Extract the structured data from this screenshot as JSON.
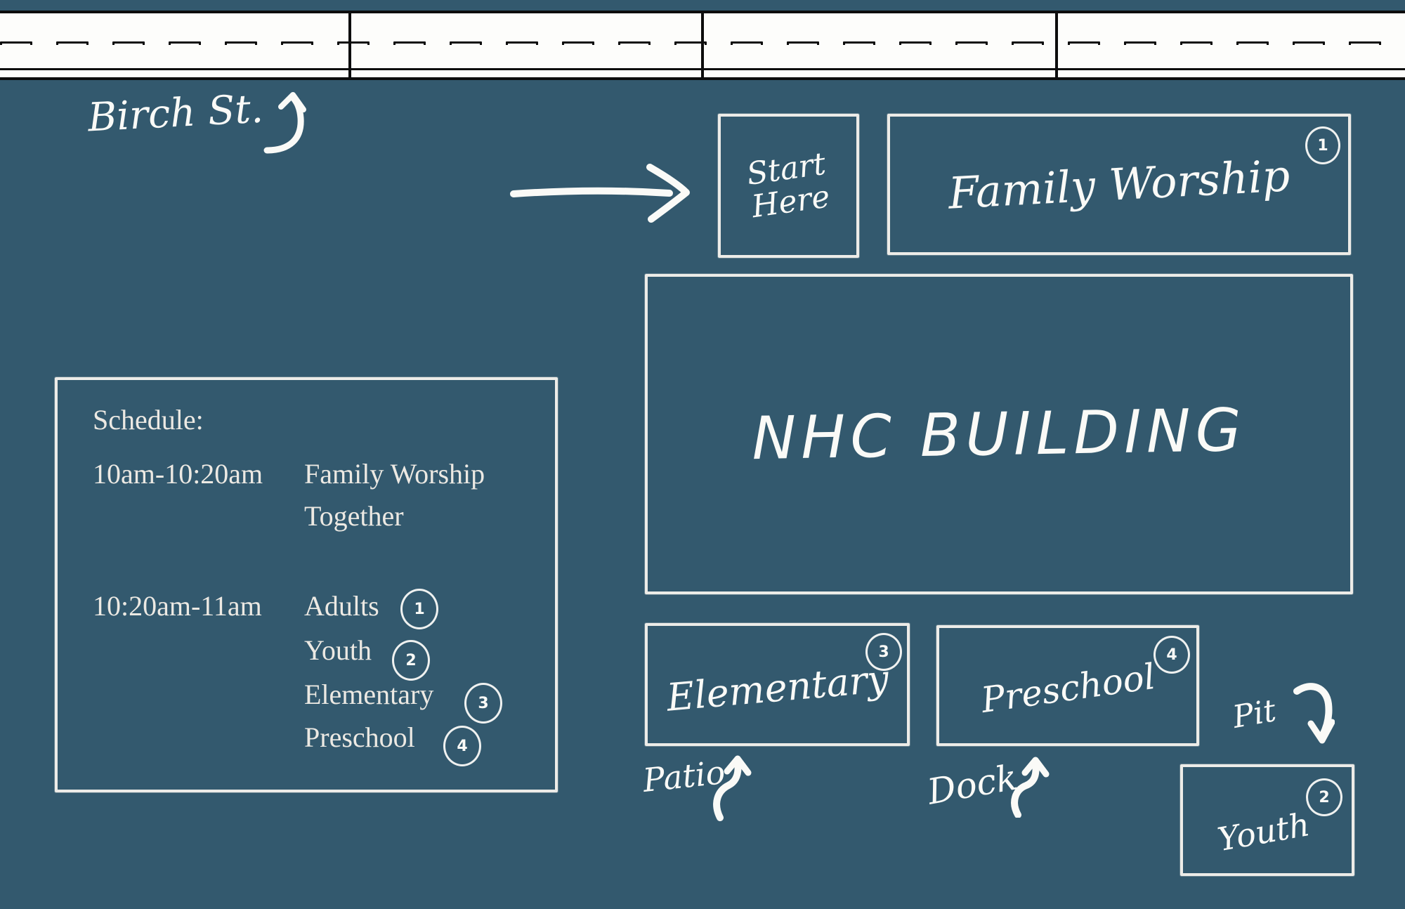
{
  "map": {
    "street_label": "Birch St.",
    "building_label": "NHC BUILDING",
    "start_box": {
      "line1": "Start",
      "line2": "Here"
    },
    "rooms": {
      "family_worship": {
        "label": "Family Worship",
        "number": "1"
      },
      "youth": {
        "label": "Youth",
        "number": "2"
      },
      "elementary": {
        "label": "Elementary",
        "number": "3"
      },
      "preschool": {
        "label": "Preschool",
        "number": "4"
      }
    },
    "annotations": {
      "patio": "Patio",
      "dock": "Dock",
      "pit": "Pit"
    }
  },
  "schedule": {
    "title": "Schedule:",
    "session1": {
      "time": "10am-10:20am",
      "line1": "Family Worship",
      "line2": "Together"
    },
    "session2": {
      "time": "10:20am-11am",
      "items": [
        {
          "label": "Adults",
          "number": "1"
        },
        {
          "label": "Youth",
          "number": "2"
        },
        {
          "label": "Elementary",
          "number": "3"
        },
        {
          "label": "Preschool",
          "number": "4"
        }
      ]
    }
  },
  "colors": {
    "background": "#33596E",
    "road_fill": "#FDFDFB",
    "road_line": "#0D0D0D",
    "sketch_white": "#F5F3ED",
    "schedule_text": "#ECE9E3"
  }
}
